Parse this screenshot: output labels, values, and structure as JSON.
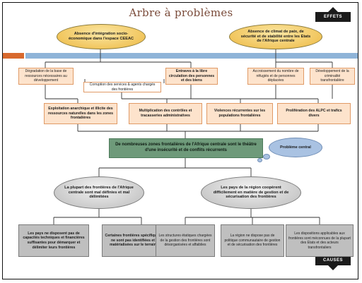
{
  "title": "Arbre à problèmes",
  "labels": {
    "effects": "EFFETS",
    "causes": "CAUSES"
  },
  "effects_top": [
    "Absence d'intégration socio-économique dans l'espace CEEAC",
    "Absence de climat de paix, de sécurité et de stabilité entre les Etats de l'Afrique centrale"
  ],
  "effects_mid": [
    "Dégradation de la base de ressources nécessaires au développement",
    "Corruption des services & agents chargés des frontières",
    "Entraves à la libre circulation des personnes et des biens",
    "Accroissement du nombre de réfugiés et de personnes déplacées",
    "Développement de la criminalité transfrontalière"
  ],
  "effects_low": [
    "Exploitation anarchique et illicite des ressources naturelles dans les zones frontalières",
    "Multiplication des contrôles et tracasseries administratives",
    "Violences récurrentes sur les populations frontalières",
    "Prolifération des ALPC et trafics divers"
  ],
  "central_problem": "De nombreuses zones frontalières de l'Afrique centrale sont le théâtre d'une insécurité et de conflits récurrents",
  "central_label": "Problème central",
  "causes_main": [
    "La plupart des frontières de l'Afrique centrale sont mal définies et mal délimitées",
    "Les pays de la région coopèrent difficilement en matière de gestion et de sécurisation des frontières"
  ],
  "causes_sub": [
    "Les pays ne disposent pas de capacités techniques et financières suffisantes pour démarquer et délimiter leurs frontières",
    "Certaines frontières spécifiques ne sont pas identifiées et matérialisées sur le terrain",
    "Les structures étatiques chargées de la gestion des frontières sont désorganisées et affaiblies",
    "La région ne dispose pas de politique communautaire de gestion et de sécurisation des frontières",
    "Les dispositions applicables aux frontières sont méconnues de la plupart des Etats et des acteurs transfrontaliers"
  ],
  "colors": {
    "gold": "#f1c65e",
    "green": "#6e9a7a",
    "cloud": "#a9c2e2",
    "band": "#8fb4d8",
    "orange": "#d8692e",
    "grey": "#bfbfbf"
  }
}
